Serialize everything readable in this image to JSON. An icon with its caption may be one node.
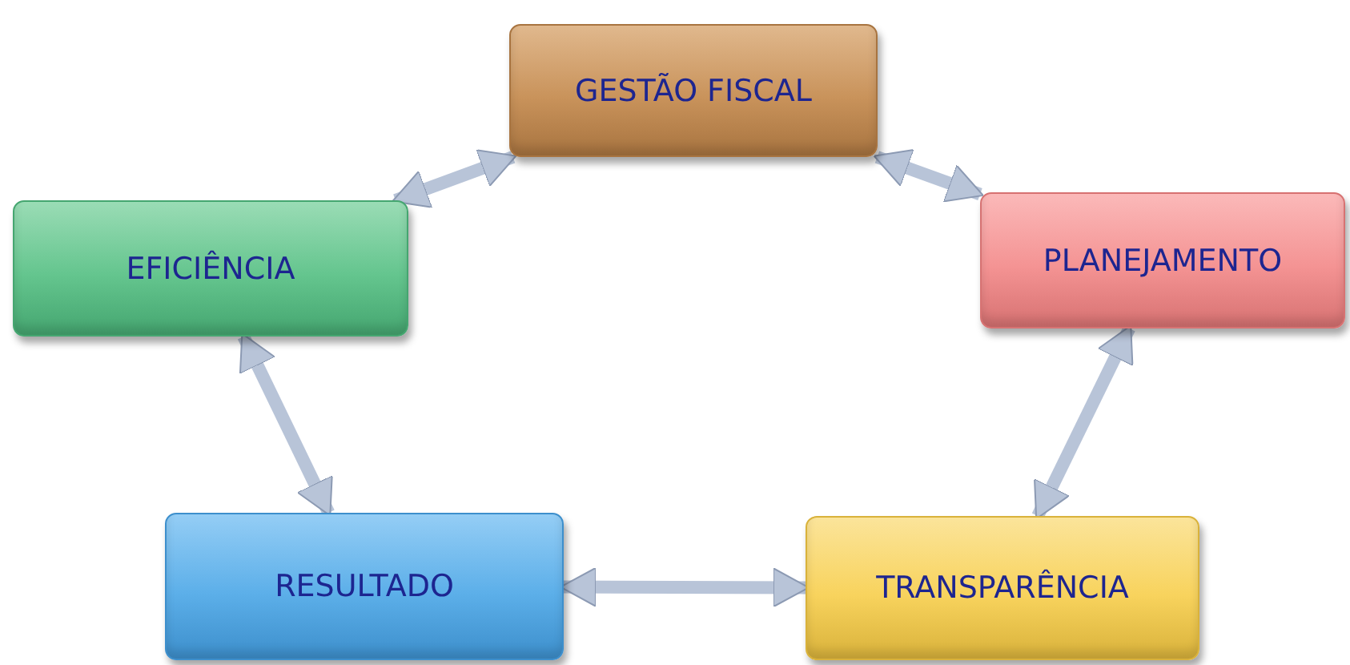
{
  "diagram": {
    "nodes": [
      {
        "text": [
          "GESTÃO FISCAL"
        ]
      },
      {
        "text": [
          "PLANEJAMENTO"
        ]
      },
      {
        "text": [
          "TRANSPARÊNCIA"
        ]
      },
      {
        "text": [
          "RESULTADO"
        ]
      },
      {
        "text": [
          "EFICIÊNCIA"
        ]
      }
    ],
    "edges": [
      {
        "from": 0,
        "to": 1,
        "arrow": "both"
      },
      {
        "from": 1,
        "to": 2,
        "arrow": "both"
      },
      {
        "from": 2,
        "to": 3,
        "arrow": "both"
      },
      {
        "from": 3,
        "to": 4,
        "arrow": "both"
      },
      {
        "from": 4,
        "to": 0,
        "arrow": "both"
      }
    ]
  }
}
